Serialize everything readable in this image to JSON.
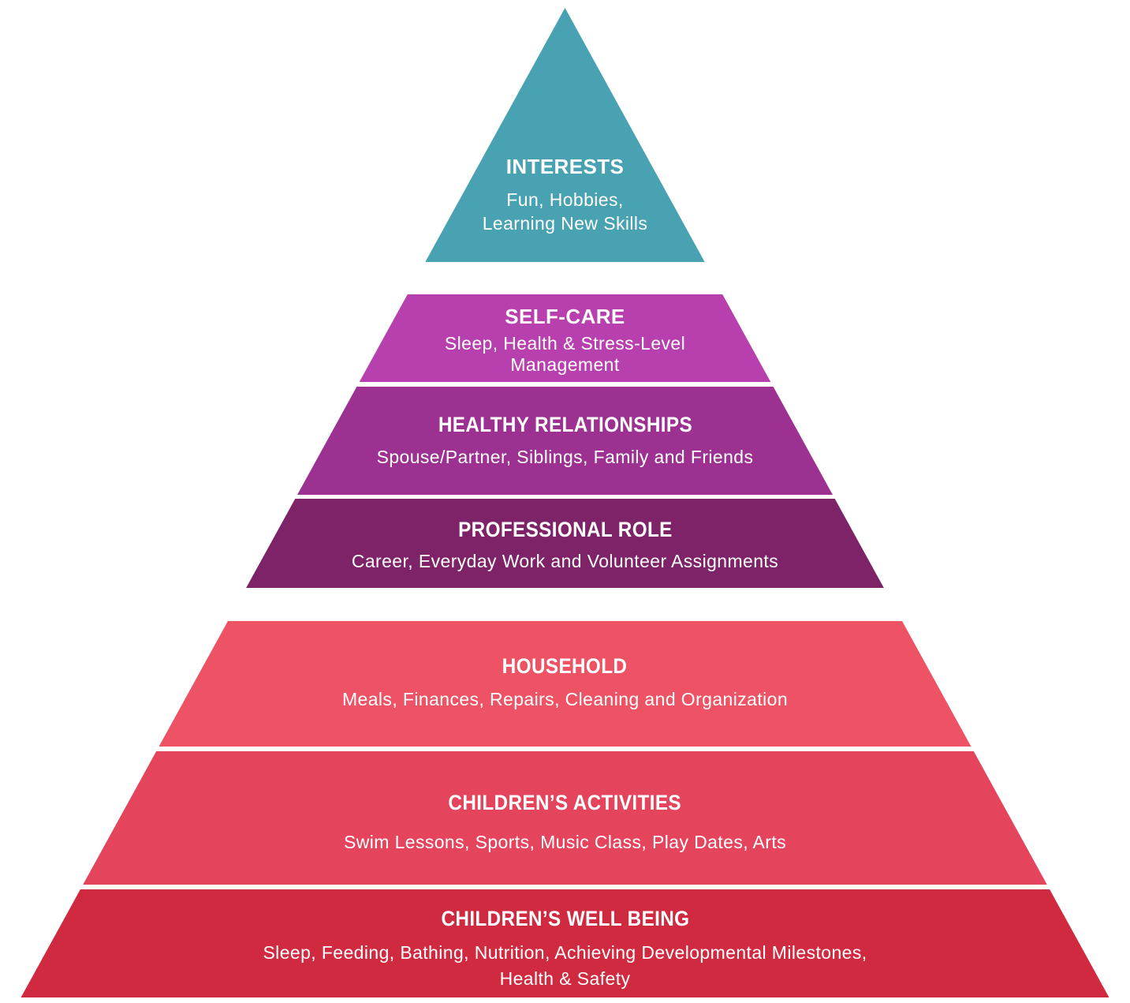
{
  "diagram": {
    "type": "pyramid",
    "levels_count": 7,
    "background_color": "#FFFFFF",
    "text_color": "#FFFFFF"
  },
  "levels": [
    {
      "name": "INTERESTS",
      "subtitle_lines": [
        "Fun, Hobbies,",
        "Learning New Skills"
      ],
      "color": "#48A2B2"
    },
    {
      "name": "SELF-CARE",
      "subtitle_lines": [
        "Sleep, Health & Stress-Level",
        "Management"
      ],
      "color": "#B83FAE"
    },
    {
      "name": "HEALTHY RELATIONSHIPS",
      "subtitle_lines": [
        "Spouse/Partner, Siblings, Family and Friends"
      ],
      "color": "#9C3191"
    },
    {
      "name": "PROFESSIONAL ROLE",
      "subtitle_lines": [
        "Career, Everyday Work and Volunteer Assignments"
      ],
      "color": "#7E2368"
    },
    {
      "name": "HOUSEHOLD",
      "subtitle_lines": [
        "Meals, Finances, Repairs, Cleaning and Organization"
      ],
      "color": "#EE5365"
    },
    {
      "name": "CHILDREN’S ACTIVITIES",
      "subtitle_lines": [
        "Swim Lessons, Sports, Music Class, Play Dates, Arts"
      ],
      "color": "#E4445C"
    },
    {
      "name": "CHILDREN’S WELL BEING",
      "subtitle_lines": [
        "Sleep, Feeding, Bathing, Nutrition, Achieving Developmental Milestones,",
        "Health & Safety"
      ],
      "color": "#D02A40"
    }
  ]
}
